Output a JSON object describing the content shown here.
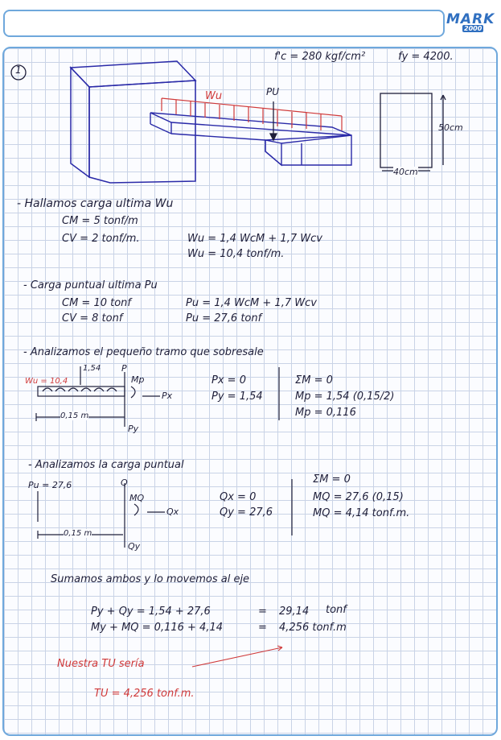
{
  "header": {
    "logo_top": "MARK",
    "logo_bottom": "2000"
  },
  "problem": {
    "number": "1",
    "fc": "f'c = 280 kgf/cm²",
    "fy": "fy = 4200.",
    "figure": {
      "wu": "Wu",
      "pu": "PU",
      "height": "50cm",
      "width": "40cm"
    }
  },
  "step1": {
    "heading": "- Hallamos carga ultima   Wu",
    "cm": "CM = 5 tonf/m",
    "cv": "CV = 2 tonf/m.",
    "formula": "Wu = 1,4 WcM + 1,7 Wcv",
    "result": "Wu = 10,4 tonf/m."
  },
  "step2": {
    "heading": "- Carga puntual ultima   Pu",
    "cm": "CM = 10 tonf",
    "cv": "CV = 8 tonf",
    "formula": "Pu = 1,4 WcM + 1,7 Wcv",
    "result": "Pu = 27,6 tonf"
  },
  "step3": {
    "heading": "- Analizamos el pequeño tramo que sobresale",
    "load": "Wu = 10,4",
    "dim": "1,54",
    "p": "P",
    "mp": "Mp",
    "px": "Px",
    "py": "Py",
    "len": "0,15 m",
    "px0": "Px = 0",
    "py_val": "Py = 1,54",
    "sum": "ΣM = 0",
    "mp_eq": "Mp = 1,54 (0,15/2)",
    "mp_val": "Mp = 0,116"
  },
  "step4": {
    "heading": "- Analizamos la carga puntual",
    "load": "Pu = 27,6",
    "q": "Q",
    "mq": "MQ",
    "qx": "Qx",
    "qy": "Qy",
    "len": "0,15 m",
    "qx0": "Qx = 0",
    "qy_val": "Qy = 27,6",
    "sum": "ΣM = 0",
    "mq_eq": "MQ = 27,6 (0,15)",
    "mq_val": "MQ = 4,14 tonf.m."
  },
  "step5": {
    "heading": "Sumamos ambos y lo movemos al eje",
    "row1_left": "Py + Qy = 1,54 + 27,6",
    "row1_eq": "=",
    "row1_res": "29,14",
    "row1_unit": "tonf",
    "row2_left": "My + MQ = 0,116 + 4,14",
    "row2_eq": "=",
    "row2_res": "4,256 tonf.m"
  },
  "conclusion": {
    "text": "Nuestra TU sería",
    "result": "TU = 4,256 tonf.m."
  },
  "colors": {
    "ink": "#1f1f3a",
    "red": "#d03a3a",
    "sketch": "#2a2aa8",
    "border": "#6fa8dc"
  }
}
